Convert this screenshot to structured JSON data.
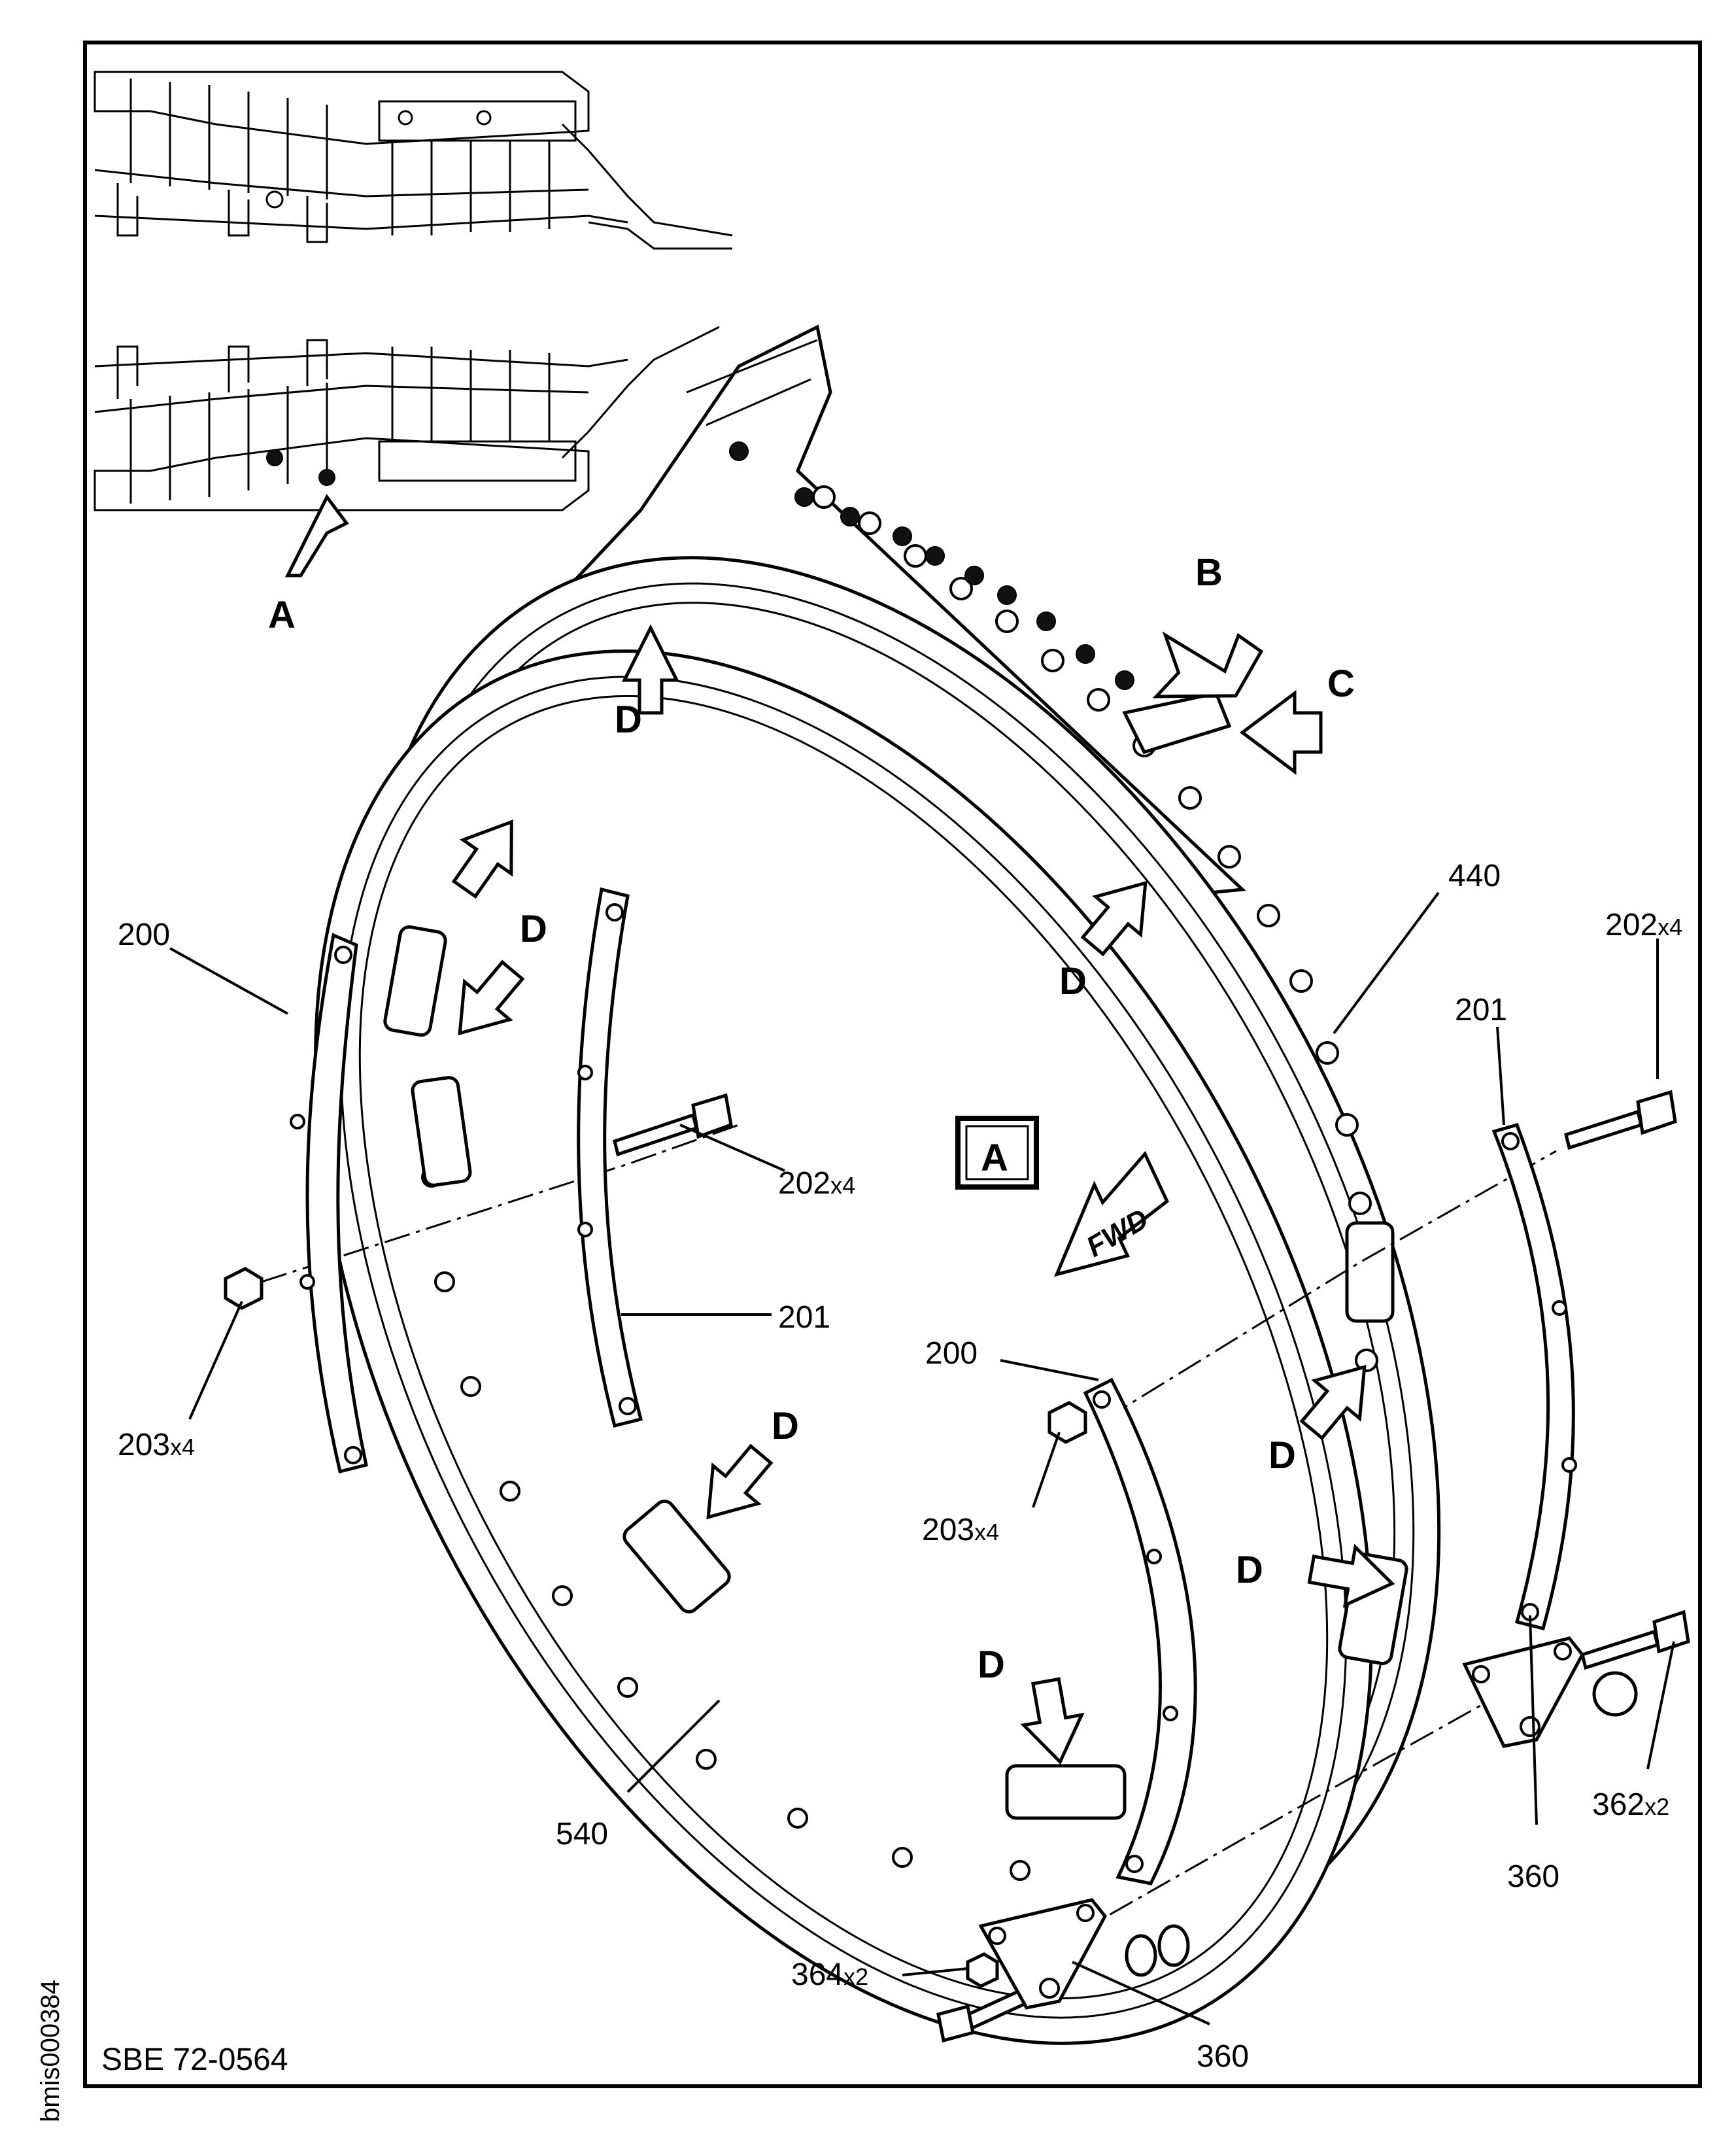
{
  "figure": {
    "view_label": "A",
    "view_arrow_label": "A",
    "arrow_b": "B",
    "arrow_c": "C",
    "arrow_d": "D",
    "fwd_label": "FWD",
    "document_ref": "SBE 72-0564",
    "image_id": "bmis000384"
  },
  "callouts": {
    "c200_left": "200",
    "c201_mid": "201",
    "c202_mid": "202",
    "c202_mid_qty": "x4",
    "c203_left": "203",
    "c203_left_qty": "x4",
    "c440": "440",
    "c202_right": "202",
    "c202_right_qty": "x4",
    "c201_right": "201",
    "c200_center": "200",
    "c203_center": "203",
    "c203_center_qty": "x4",
    "c540": "540",
    "c362": "362",
    "c362_qty": "x2",
    "c360_right": "360",
    "c364": "364",
    "c364_qty": "x2",
    "c360_bottom": "360"
  }
}
